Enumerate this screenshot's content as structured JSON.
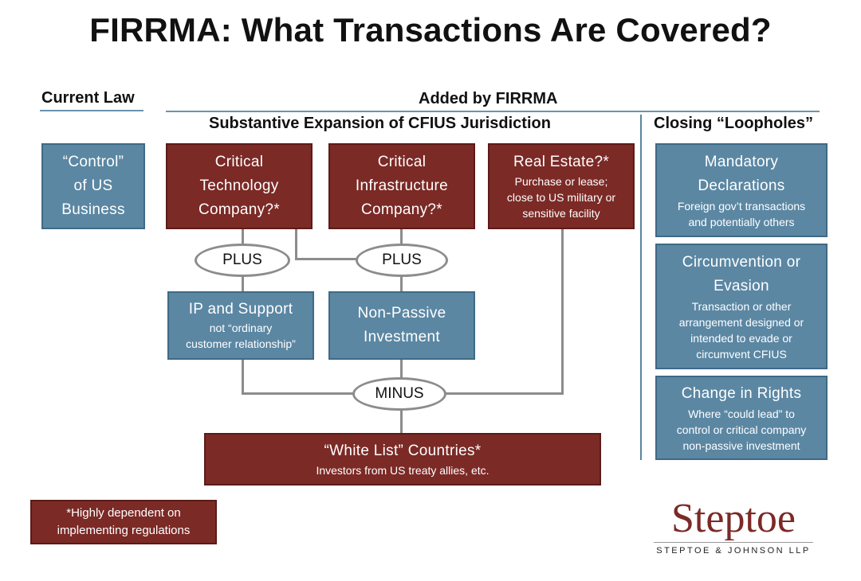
{
  "title": "FIRRMA: What Transactions Are Covered?",
  "headers": {
    "current_law": "Current Law",
    "added_by": "Added by FIRRMA",
    "substantive": "Substantive Expansion of CFIUS Jurisdiction",
    "loopholes": "Closing “Loopholes”"
  },
  "current": {
    "line1": "“Control”",
    "line2": "of US",
    "line3": "Business"
  },
  "critical_tech": {
    "line1": "Critical",
    "line2": "Technology",
    "line3": "Company?*"
  },
  "critical_infra": {
    "line1": "Critical",
    "line2": "Infrastructure",
    "line3": "Company?*"
  },
  "real_estate": {
    "title": "Real Estate?*",
    "desc1": "Purchase or lease;",
    "desc2": "close to US military or",
    "desc3": "sensitive facility"
  },
  "plus_left": "PLUS",
  "plus_right": "PLUS",
  "minus": "MINUS",
  "ip_support": {
    "title": "IP and Support",
    "desc1": "not “ordinary",
    "desc2": "customer relationship”"
  },
  "non_passive": {
    "line1": "Non-Passive",
    "line2": "Investment"
  },
  "white_list": {
    "title": "“White List” Countries*",
    "desc": "Investors from US treaty allies, etc."
  },
  "mandatory": {
    "line1": "Mandatory",
    "line2": "Declarations",
    "desc1": "Foreign gov’t transactions",
    "desc2": "and potentially others"
  },
  "circumvention": {
    "line1": "Circumvention or",
    "line2": "Evasion",
    "desc1": "Transaction or other",
    "desc2": "arrangement designed or",
    "desc3": "intended to evade or",
    "desc4": "circumvent CFIUS"
  },
  "change_rights": {
    "title": "Change in Rights",
    "desc1": "Where “could lead” to",
    "desc2": "control or critical company",
    "desc3": "non-passive investment"
  },
  "footnote": {
    "line1": "*Highly dependent on",
    "line2": "implementing regulations"
  },
  "logo": {
    "name": "Steptoe",
    "sub": "STEPTOE & JOHNSON LLP"
  },
  "colors": {
    "red": "#7b2a26",
    "blue": "#5b87a3",
    "connector": "#8c8c8c"
  }
}
